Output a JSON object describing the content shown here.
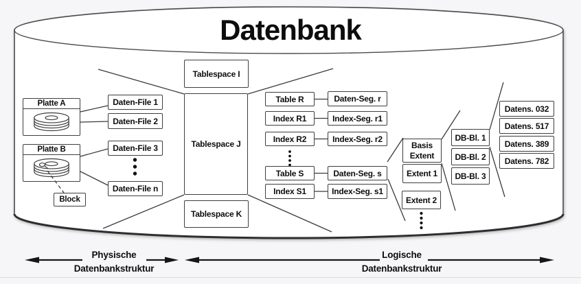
{
  "title": "Datenbank",
  "physical": {
    "disk_a": "Platte A",
    "disk_b": "Platte B",
    "block": "Block",
    "files": [
      "Daten-File 1",
      "Daten-File 2",
      "Daten-File 3",
      "Daten-File n"
    ]
  },
  "tablespaces": [
    "Tablespace I",
    "Tablespace J",
    "Tablespace K"
  ],
  "logical": {
    "objects": [
      "Table R",
      "Index R1",
      "Index R2",
      "Table S",
      "Index S1"
    ],
    "segments": [
      "Daten-Seg. r",
      "Index-Seg. r1",
      "Index-Seg. r2",
      "Daten-Seg. s",
      "Index-Seg. s1"
    ],
    "extents": {
      "basis_line1": "Basis",
      "basis_line2": "Extent",
      "items": [
        "Extent 1",
        "Extent 2"
      ]
    },
    "db_blocks": [
      "DB-Bl. 1",
      "DB-Bl. 2",
      "DB-Bl. 3"
    ],
    "records": [
      "Datens. 032",
      "Datens. 517",
      "Datens. 389",
      "Datens. 782"
    ]
  },
  "legend": {
    "physical_line1": "Physische",
    "physical_line2": "Datenbankstruktur",
    "logical_line1": "Logische",
    "logical_line2": "Datenbankstruktur"
  },
  "colors": {
    "background": "#f6f6f8",
    "cylinder_fill": "#ffffff",
    "stroke": "#3a3a3a",
    "text": "#0d0d0d"
  }
}
